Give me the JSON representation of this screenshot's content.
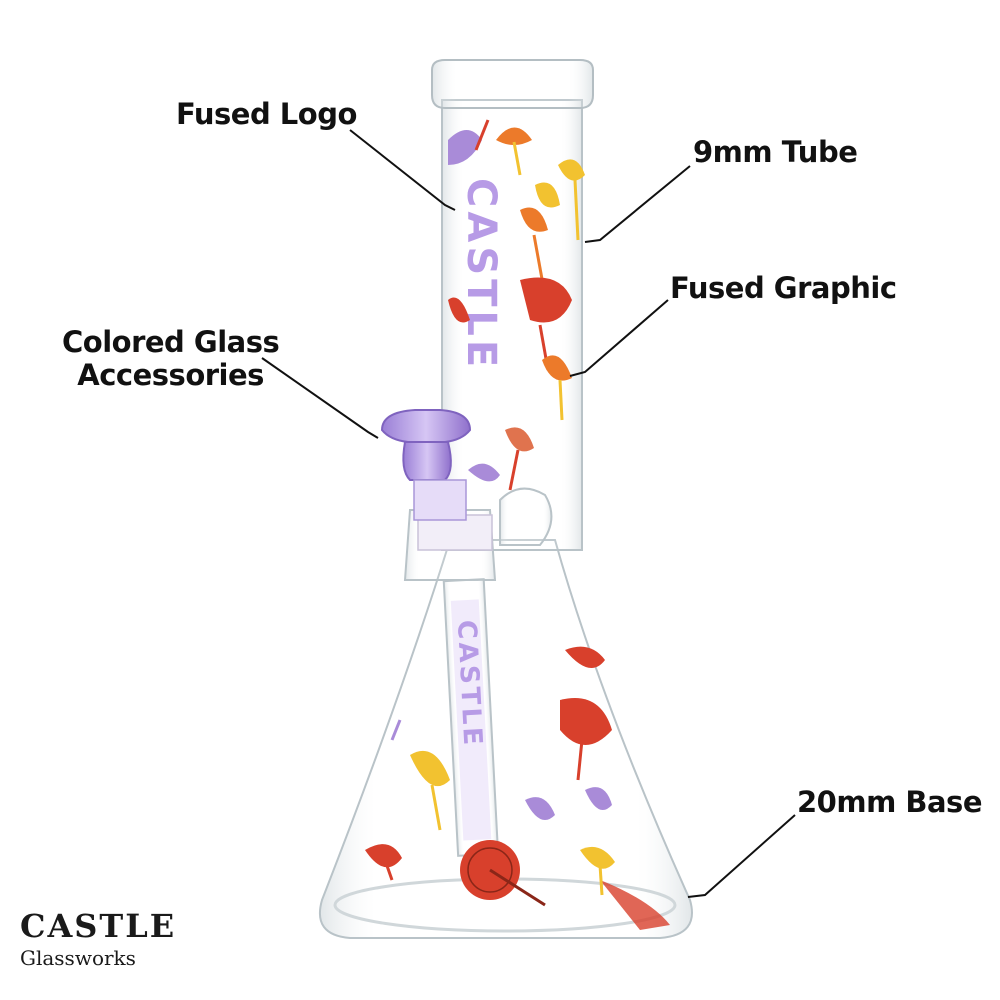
{
  "callouts": {
    "fused_logo": "Fused Logo",
    "tube": "9mm Tube",
    "fused_graphic": "Fused Graphic",
    "accessories_line1": "Colored Glass",
    "accessories_line2": "Accessories",
    "base": "20mm Base"
  },
  "brand": {
    "name": "CASTLE",
    "subtitle": "Glassworks"
  },
  "colors": {
    "background": "#ffffff",
    "label_text": "#111111",
    "accent_purple": "#b79be6",
    "mushroom_red": "#d8402c",
    "mushroom_orange": "#ec7a2a",
    "mushroom_yellow": "#f2c230"
  }
}
